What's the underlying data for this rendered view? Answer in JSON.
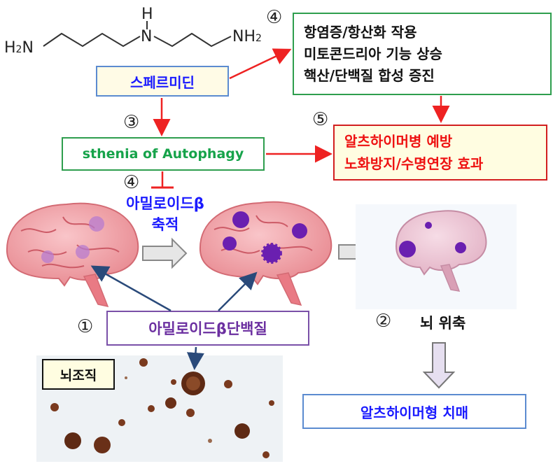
{
  "molecule": {
    "left_group": "H",
    "left_sub": "2",
    "left_atom": "N",
    "middle_h": "H",
    "middle_atom": "N",
    "right_atom": "NH",
    "right_sub": "2"
  },
  "boxes": {
    "spermidine": "스페르미딘",
    "autophagy": "sthenia of Autophagy",
    "effects": [
      "항염증/항산화 작용",
      "미토콘드리아 기능 상승",
      "핵산/단백질 합성 증진"
    ],
    "prevention": [
      "알츠하이머병 예방",
      "노화방지/수명연장 효과"
    ],
    "amyloid_protein": "아밀로이드β단백질",
    "brain_tissue": "뇌조직",
    "dementia": "알츠하이머형 치매"
  },
  "labels": {
    "amyloid_accum_line1": "아밀로이드β",
    "amyloid_accum_line2": "축적",
    "atrophy": "뇌 위축"
  },
  "step_numbers": {
    "n1": "①",
    "n2": "②",
    "n3": "③",
    "n4_top": "④",
    "n4_mid": "④",
    "n5": "⑤"
  },
  "colors": {
    "blue_text": "#1a1aff",
    "green_text": "#16a34a",
    "red_text": "#ee1111",
    "purple_text": "#6b2fa0",
    "arrow_red": "#ee2222",
    "arrow_blue": "#2a4a7a",
    "box_blue_border": "#5b8bd0",
    "box_green_border": "#2e9e4e",
    "box_red_border": "#d21f1f",
    "box_purple_border": "#7a50a8",
    "brain_pink": "#f2a3a8",
    "plaque_purple": "#6a1fb0"
  }
}
